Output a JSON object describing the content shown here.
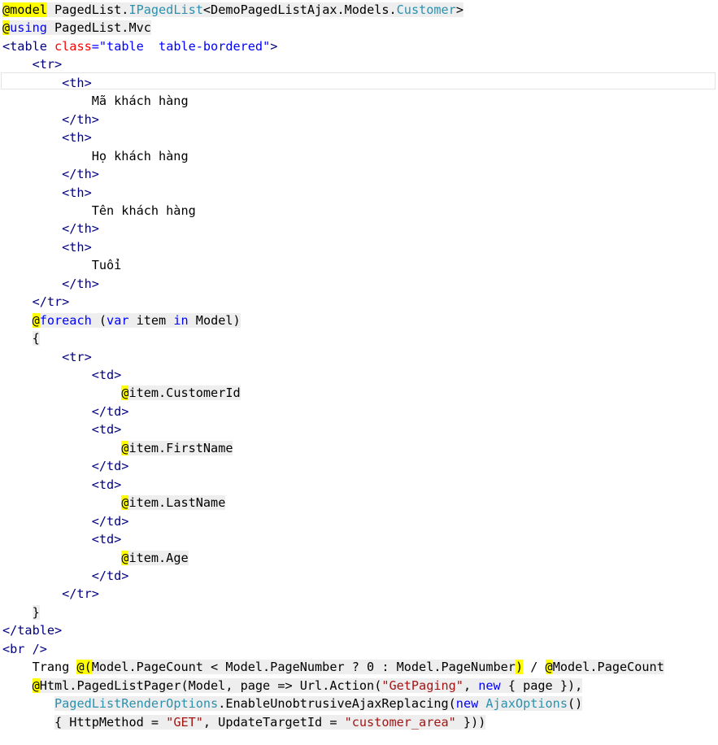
{
  "editor": {
    "colors": {
      "background": "#ffffff",
      "razor_highlight": "#ffff00",
      "code_block": "#eeeeee",
      "html_tag": "#000080",
      "keyword": "#0000ff",
      "type": "#2b91af",
      "string": "#a31515",
      "attribute": "#ff0000"
    },
    "lines": [
      {
        "tokens": [
          {
            "t": "@model",
            "s": "k-black bg-yellow"
          },
          {
            "t": " PagedList.",
            "s": "k-black bg-gray"
          },
          {
            "t": "IPagedList",
            "s": "k-teal bg-gray"
          },
          {
            "t": "<DemoPagedListAjax.Models.",
            "s": "k-black bg-gray"
          },
          {
            "t": "Customer",
            "s": "k-teal bg-gray"
          },
          {
            "t": ">",
            "s": "k-black bg-gray"
          }
        ]
      },
      {
        "tokens": [
          {
            "t": "@",
            "s": "k-black bg-yellow"
          },
          {
            "t": "using",
            "s": "k-blue bg-gray"
          },
          {
            "t": " PagedList.Mvc",
            "s": "k-black bg-gray"
          }
        ]
      },
      {
        "tokens": [
          {
            "t": "<",
            "s": "k-navy"
          },
          {
            "t": "table",
            "s": "k-navy"
          },
          {
            "t": " class",
            "s": "k-red"
          },
          {
            "t": "=",
            "s": "k-blue"
          },
          {
            "t": "\"table  table-bordered\"",
            "s": "k-blue"
          },
          {
            "t": ">",
            "s": "k-navy"
          }
        ]
      },
      {
        "tokens": [
          {
            "t": "    <tr>",
            "s": "k-navy"
          }
        ]
      },
      {
        "tokens": [
          {
            "t": "        <th>",
            "s": "k-navy"
          }
        ]
      },
      {
        "tokens": [
          {
            "t": "            Mã khách hàng",
            "s": "k-black"
          }
        ]
      },
      {
        "tokens": [
          {
            "t": "        </th>",
            "s": "k-navy"
          }
        ]
      },
      {
        "tokens": [
          {
            "t": "        <th>",
            "s": "k-navy"
          }
        ]
      },
      {
        "tokens": [
          {
            "t": "            Họ khách hàng",
            "s": "k-black"
          }
        ]
      },
      {
        "tokens": [
          {
            "t": "        </th>",
            "s": "k-navy"
          }
        ]
      },
      {
        "tokens": [
          {
            "t": "        <th>",
            "s": "k-navy"
          }
        ]
      },
      {
        "tokens": [
          {
            "t": "            Tên khách hàng",
            "s": "k-black"
          }
        ]
      },
      {
        "tokens": [
          {
            "t": "        </th>",
            "s": "k-navy"
          }
        ]
      },
      {
        "tokens": [
          {
            "t": "        <th>",
            "s": "k-navy"
          }
        ]
      },
      {
        "tokens": [
          {
            "t": "            Tuổi",
            "s": "k-black"
          }
        ]
      },
      {
        "tokens": [
          {
            "t": "        </th>",
            "s": "k-navy"
          }
        ]
      },
      {
        "tokens": [
          {
            "t": "    </tr>",
            "s": "k-navy"
          }
        ]
      },
      {
        "tokens": [
          {
            "t": "    ",
            "s": "k-black"
          },
          {
            "t": "@",
            "s": "k-black bg-yellow"
          },
          {
            "t": "foreach",
            "s": "k-blue bg-gray"
          },
          {
            "t": " (",
            "s": "k-black bg-gray"
          },
          {
            "t": "var",
            "s": "k-blue bg-gray"
          },
          {
            "t": " item ",
            "s": "k-black bg-gray"
          },
          {
            "t": "in",
            "s": "k-blue bg-gray"
          },
          {
            "t": " Model)",
            "s": "k-black bg-gray"
          }
        ]
      },
      {
        "tokens": [
          {
            "t": "    ",
            "s": "k-black"
          },
          {
            "t": "{",
            "s": "k-black bg-gray"
          }
        ]
      },
      {
        "tokens": [
          {
            "t": "        <tr>",
            "s": "k-navy"
          }
        ]
      },
      {
        "tokens": [
          {
            "t": "            <td>",
            "s": "k-navy"
          }
        ]
      },
      {
        "tokens": [
          {
            "t": "                ",
            "s": "k-black"
          },
          {
            "t": "@",
            "s": "k-black bg-yellow"
          },
          {
            "t": "item.CustomerId",
            "s": "k-black bg-gray"
          }
        ]
      },
      {
        "tokens": [
          {
            "t": "            </td>",
            "s": "k-navy"
          }
        ]
      },
      {
        "tokens": [
          {
            "t": "            <td>",
            "s": "k-navy"
          }
        ]
      },
      {
        "tokens": [
          {
            "t": "                ",
            "s": "k-black"
          },
          {
            "t": "@",
            "s": "k-black bg-yellow"
          },
          {
            "t": "item.FirstName",
            "s": "k-black bg-gray"
          }
        ]
      },
      {
        "tokens": [
          {
            "t": "            </td>",
            "s": "k-navy"
          }
        ]
      },
      {
        "tokens": [
          {
            "t": "            <td>",
            "s": "k-navy"
          }
        ]
      },
      {
        "tokens": [
          {
            "t": "                ",
            "s": "k-black"
          },
          {
            "t": "@",
            "s": "k-black bg-yellow"
          },
          {
            "t": "item.LastName",
            "s": "k-black bg-gray"
          }
        ]
      },
      {
        "tokens": [
          {
            "t": "            </td>",
            "s": "k-navy"
          }
        ]
      },
      {
        "tokens": [
          {
            "t": "            <td>",
            "s": "k-navy"
          }
        ]
      },
      {
        "tokens": [
          {
            "t": "                ",
            "s": "k-black"
          },
          {
            "t": "@",
            "s": "k-black bg-yellow"
          },
          {
            "t": "item.Age",
            "s": "k-black bg-gray"
          }
        ]
      },
      {
        "tokens": [
          {
            "t": "            </td>",
            "s": "k-navy"
          }
        ]
      },
      {
        "tokens": [
          {
            "t": "        </tr>",
            "s": "k-navy"
          }
        ]
      },
      {
        "tokens": [
          {
            "t": "    ",
            "s": "k-black"
          },
          {
            "t": "}",
            "s": "k-black bg-gray"
          }
        ]
      },
      {
        "tokens": [
          {
            "t": "</table>",
            "s": "k-navy"
          }
        ]
      },
      {
        "tokens": [
          {
            "t": "<",
            "s": "k-navy"
          },
          {
            "t": "br",
            "s": "k-navy"
          },
          {
            "t": " />",
            "s": "k-navy"
          }
        ]
      },
      {
        "tokens": [
          {
            "t": "    Trang ",
            "s": "k-black"
          },
          {
            "t": "@(",
            "s": "k-black bg-yellow"
          },
          {
            "t": "Model.PageCount < Model.PageNumber ? 0 : Model.PageNumber",
            "s": "k-black bg-gray"
          },
          {
            "t": ")",
            "s": "k-black bg-yellow"
          },
          {
            "t": " / ",
            "s": "k-black"
          },
          {
            "t": "@",
            "s": "k-black bg-yellow"
          },
          {
            "t": "Model.PageCount",
            "s": "k-black bg-gray"
          }
        ]
      },
      {
        "tokens": [
          {
            "t": "    ",
            "s": "k-black"
          },
          {
            "t": "@",
            "s": "k-black bg-yellow"
          },
          {
            "t": "Html.PagedListPager(Model, page => Url.Action(",
            "s": "k-black bg-gray"
          },
          {
            "t": "\"GetPaging\"",
            "s": "k-dkred bg-gray"
          },
          {
            "t": ", ",
            "s": "k-black bg-gray"
          },
          {
            "t": "new",
            "s": "k-blue bg-gray"
          },
          {
            "t": " { page }),",
            "s": "k-black bg-gray"
          }
        ]
      },
      {
        "tokens": [
          {
            "t": "       ",
            "s": "k-black"
          },
          {
            "t": "PagedListRenderOptions",
            "s": "k-teal bg-gray"
          },
          {
            "t": ".EnableUnobtrusiveAjaxReplacing(",
            "s": "k-black bg-gray"
          },
          {
            "t": "new",
            "s": "k-blue bg-gray"
          },
          {
            "t": " ",
            "s": "k-black bg-gray"
          },
          {
            "t": "AjaxOptions",
            "s": "k-teal bg-gray"
          },
          {
            "t": "()",
            "s": "k-black bg-gray"
          }
        ]
      },
      {
        "tokens": [
          {
            "t": "       ",
            "s": "k-black"
          },
          {
            "t": "{ HttpMethod = ",
            "s": "k-black bg-gray"
          },
          {
            "t": "\"GET\"",
            "s": "k-dkred bg-gray"
          },
          {
            "t": ", UpdateTargetId = ",
            "s": "k-black bg-gray"
          },
          {
            "t": "\"customer_area\"",
            "s": "k-dkred bg-gray"
          },
          {
            "t": " }))",
            "s": "k-black bg-gray"
          }
        ]
      }
    ]
  }
}
